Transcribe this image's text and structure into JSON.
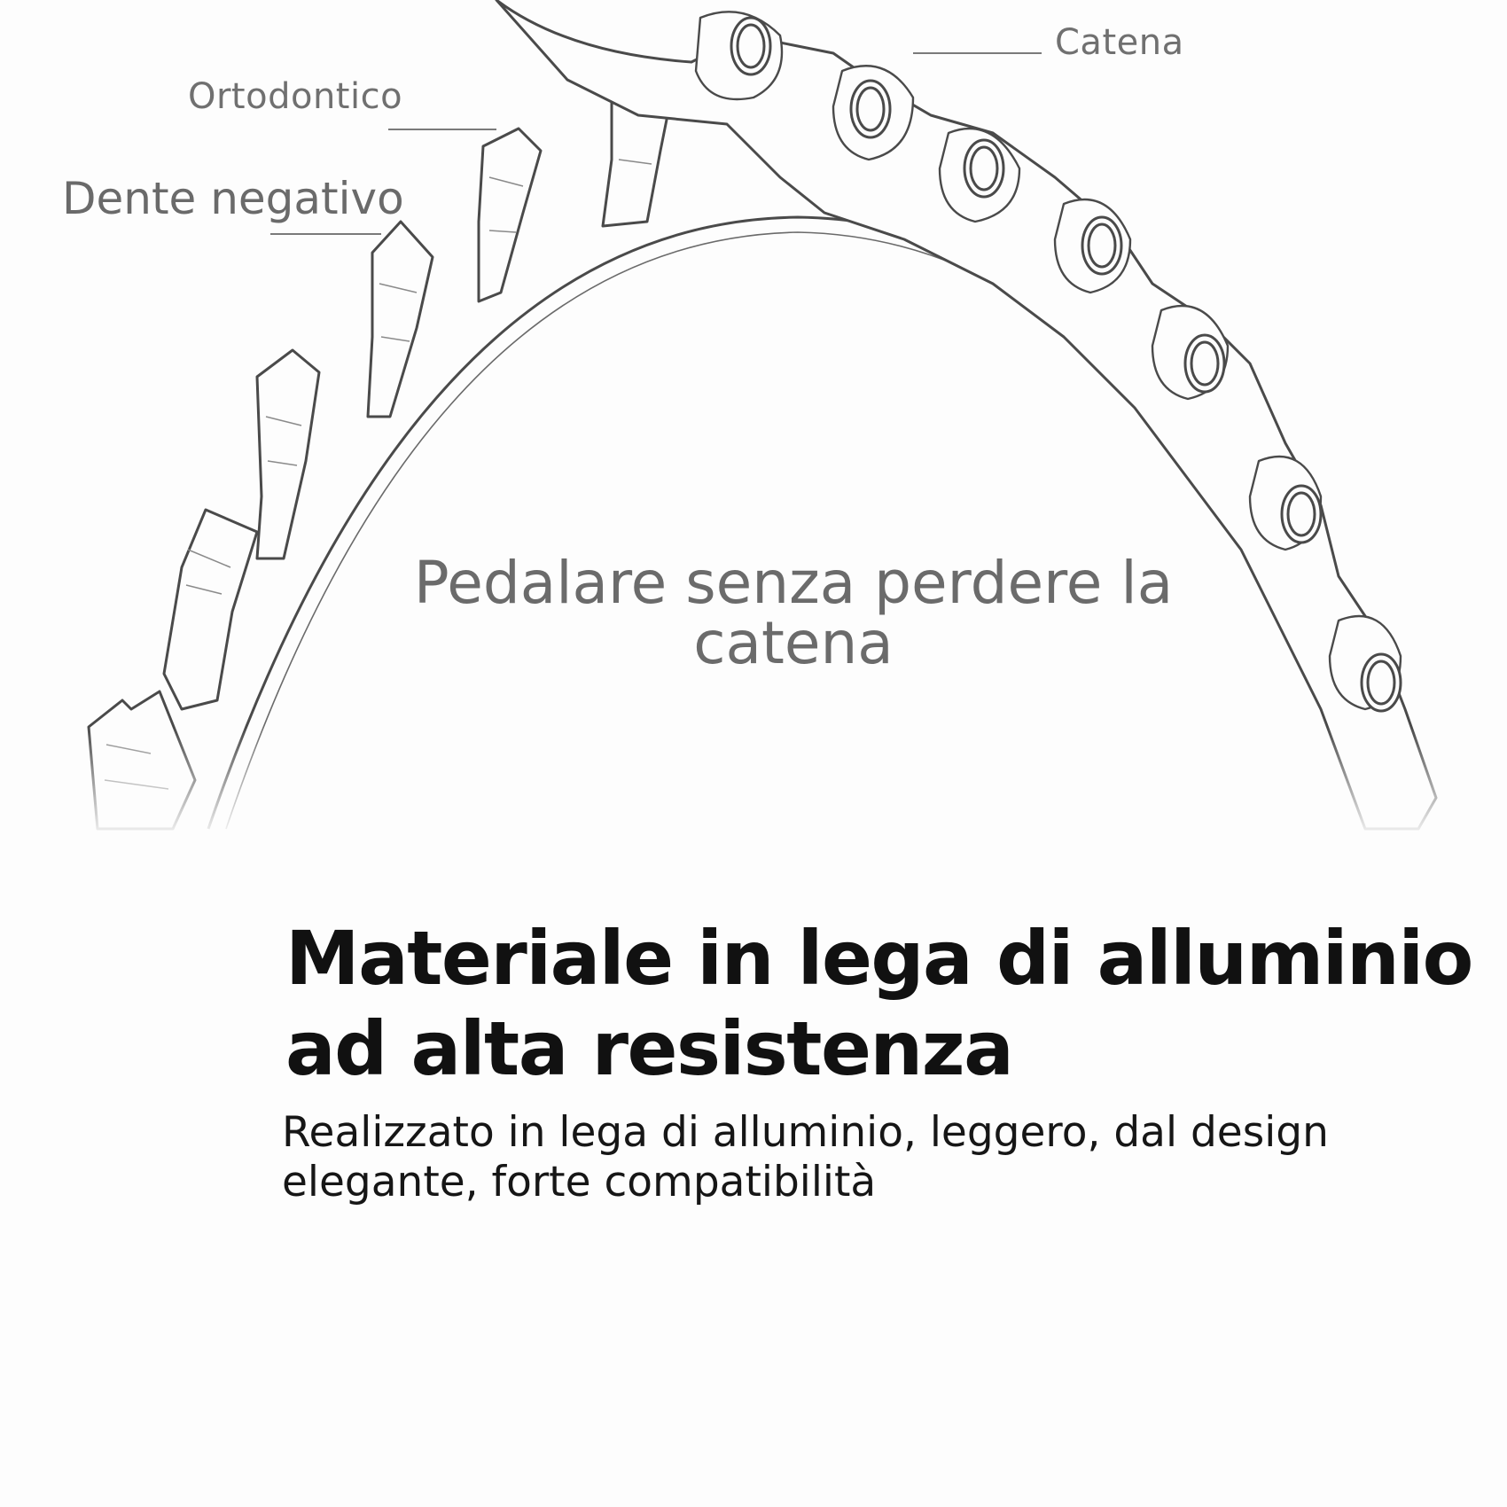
{
  "labels": {
    "ortodontico": "Ortodontico",
    "dente_negativo": "Dente negativo",
    "catena": "Catena"
  },
  "tagline": "Pedalare senza perdere la catena",
  "headline": "Materiale in lega di alluminio ad alta resistenza",
  "description": "Realizzato in lega di alluminio, leggero, dal design elegante, forte compatibilità",
  "colors": {
    "background": "#fdfdfd",
    "line_art": "#4a4a4a",
    "label_text": "#707070",
    "headline_text": "#111111"
  }
}
